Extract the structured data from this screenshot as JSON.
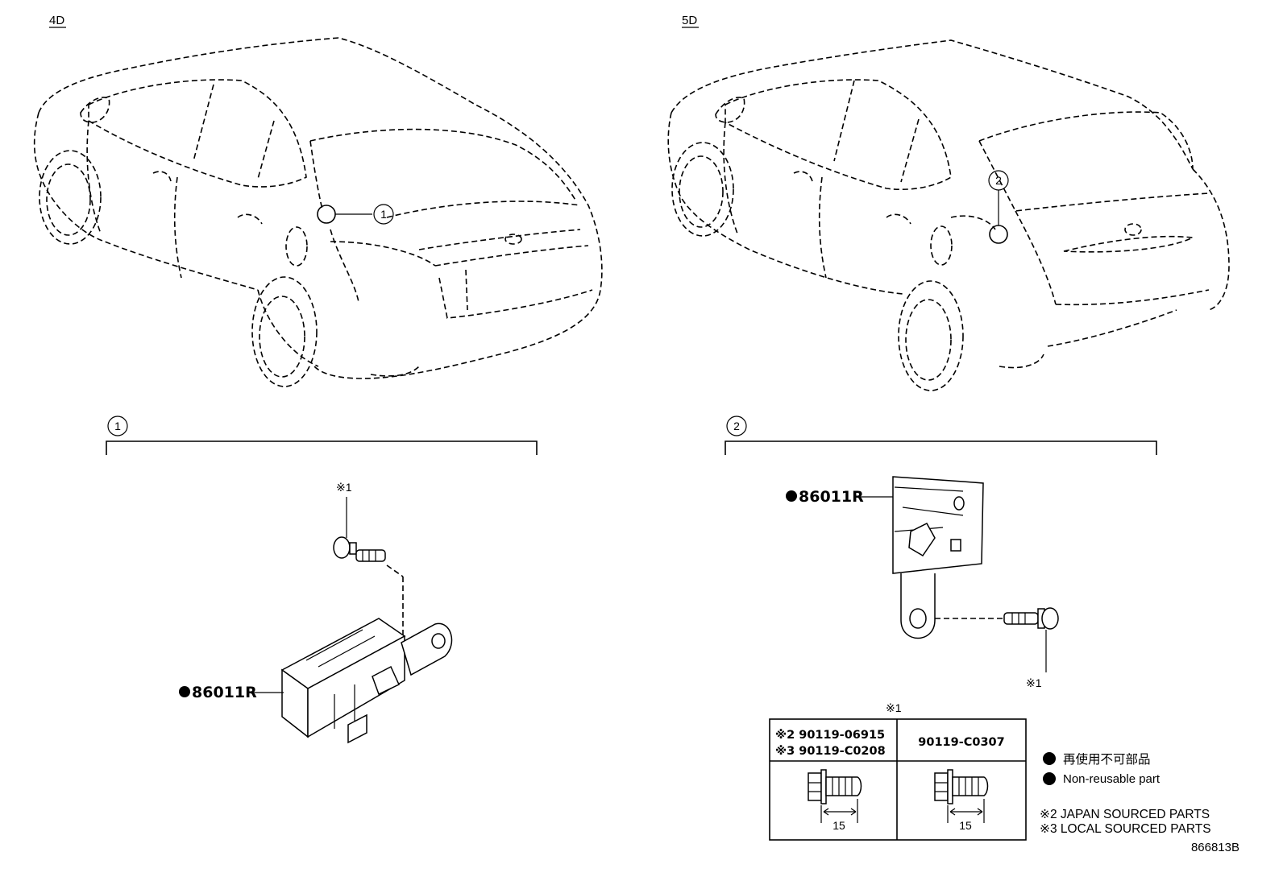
{
  "views": {
    "sedan_label": "4D",
    "hatch_label": "5D"
  },
  "callouts": {
    "c1": "1",
    "c2": "2"
  },
  "parts": {
    "part_number": "86011R",
    "bolt_ref": "※1"
  },
  "bolt_table": {
    "header_ref": "※1",
    "left_line1": "※2 90119-06915",
    "left_line2": "※3 90119-C0208",
    "right_header": "90119-C0307",
    "dimension": "15"
  },
  "legend": {
    "non_reusable_jp": "再使用不可部品",
    "non_reusable_en": "Non-reusable part",
    "note2": "※2 JAPAN SOURCED PARTS",
    "note3": "※3 LOCAL SOURCED PARTS"
  },
  "diagram_id": "866813B"
}
